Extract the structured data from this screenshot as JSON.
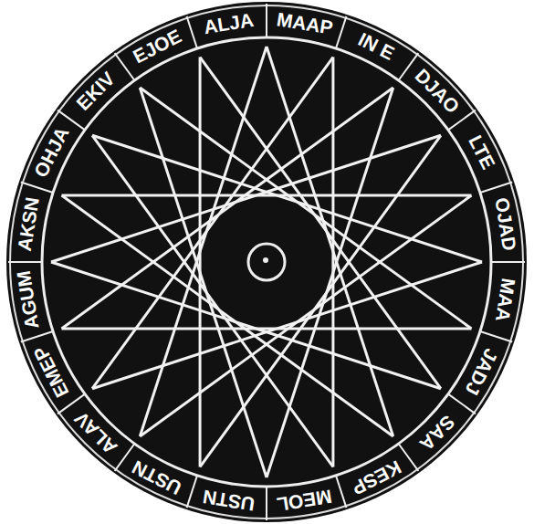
{
  "diagram": {
    "labels": [
      "ALJA",
      "MAAP",
      "IN E",
      "DJAO",
      "LTE",
      "OJAD",
      "MAA",
      "JADJ",
      "SAA",
      "KESP",
      "MEOL",
      "USTN",
      "USTN",
      "ALAV",
      "EMEP",
      "AGUM",
      "AKSN",
      "OHJA",
      "EKIV",
      "EJOE"
    ]
  }
}
